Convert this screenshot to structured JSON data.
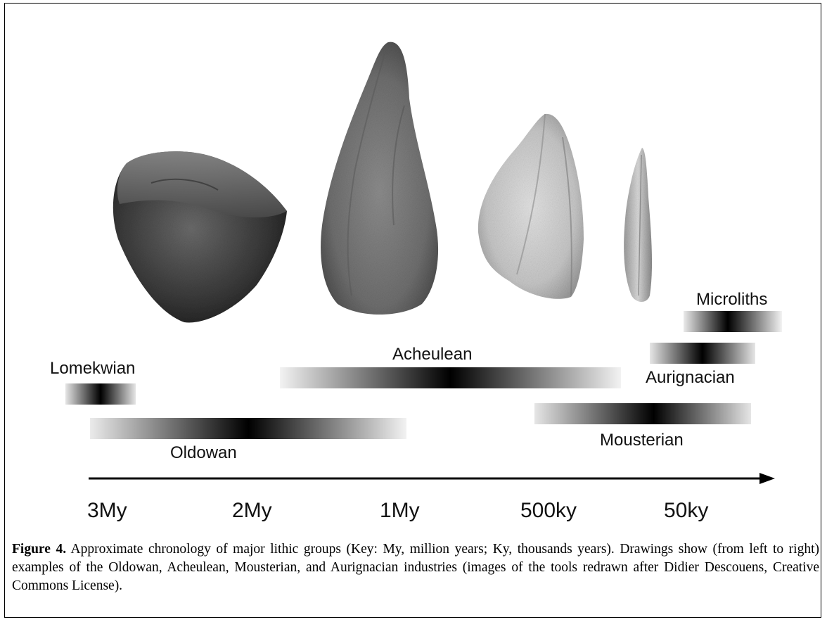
{
  "industries": [
    {
      "id": "lomekwian",
      "label": "Lomekwian"
    },
    {
      "id": "oldowan",
      "label": "Oldowan"
    },
    {
      "id": "acheulean",
      "label": "Acheulean"
    },
    {
      "id": "mousterian",
      "label": "Mousterian"
    },
    {
      "id": "aurignacian",
      "label": "Aurignacian"
    },
    {
      "id": "microliths",
      "label": "Microliths"
    }
  ],
  "axis_ticks": [
    "3My",
    "2My",
    "1My",
    "500ky",
    "50ky"
  ],
  "tools": [
    "oldowan-chopper",
    "acheulean-handaxe",
    "mousterian-point",
    "aurignacian-blade"
  ],
  "caption": {
    "label": "Figure 4.",
    "text": " Approximate chronology of major lithic groups (Key: My, million years; Ky, thousands years). Drawings show (from left to right) examples of the Oldowan, Acheulean, Mousterian, and Aurignacian industries (images of the tools redrawn after Didier Descouens, Creative Commons License)."
  }
}
